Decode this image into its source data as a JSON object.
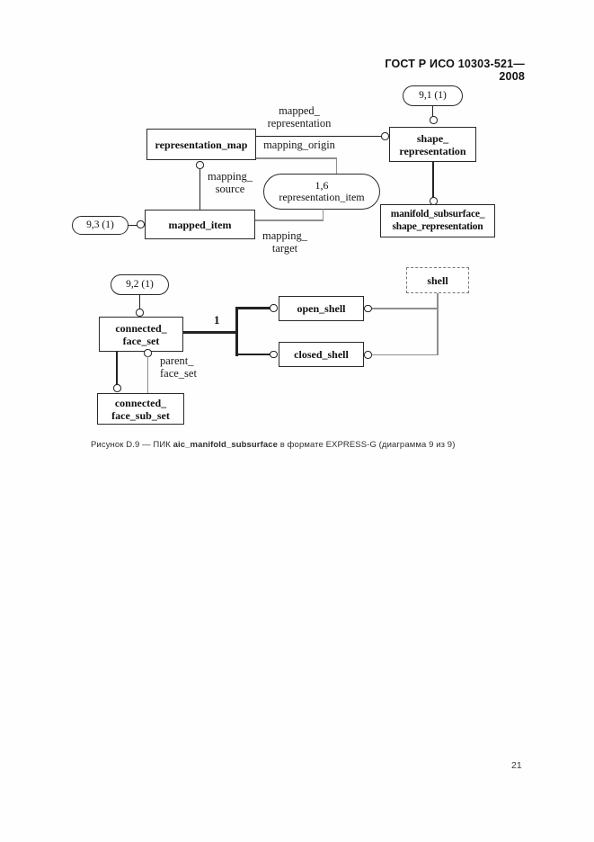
{
  "header": {
    "doc_number": "ГОСТ Р ИСО 10303-521—2008"
  },
  "footer": {
    "page_number": "21"
  },
  "caption": {
    "prefix": "Рисунок D.9 — ПИК ",
    "entity": "aic_manifold_subsurface",
    "suffix": " в формате EXPRESS-G (диаграмма 9 из 9)"
  },
  "diagram": {
    "page_refs": {
      "ref_9_1": "9,1 (1)",
      "ref_9_3": "9,3 (1)",
      "ref_9_2": "9,2 (1)",
      "ref_1_6": {
        "line1": "1,6",
        "line2": "representation_item"
      }
    },
    "entities": {
      "representation_map": "representation_map",
      "shape_representation": {
        "line1": "shape_",
        "line2": "representation"
      },
      "mapped_item": "mapped_item",
      "manifold_subsurface_shape_representation": {
        "line1": "manifold_subsurface_",
        "line2": "shape_representation"
      },
      "connected_face_set": {
        "line1": "connected_",
        "line2": "face_set"
      },
      "open_shell": "open_shell",
      "closed_shell": "closed_shell",
      "shell": "shell",
      "connected_face_sub_set": {
        "line1": "connected_",
        "line2": "face_sub_set"
      }
    },
    "attributes": {
      "mapped_representation": {
        "line1": "mapped_",
        "line2": "representation"
      },
      "mapping_origin": "mapping_origin",
      "mapping_source": {
        "line1": "mapping_",
        "line2": "source"
      },
      "mapping_target": {
        "line1": "mapping_",
        "line2": "target"
      },
      "parent_face_set": {
        "line1": "parent_",
        "line2": "face_set"
      },
      "cardinality": "1"
    },
    "colors": {
      "box_border": "#2a2a2a",
      "line_dark": "#222222",
      "line_gray": "#8f8f8f",
      "dashed_border": "#777777"
    }
  }
}
